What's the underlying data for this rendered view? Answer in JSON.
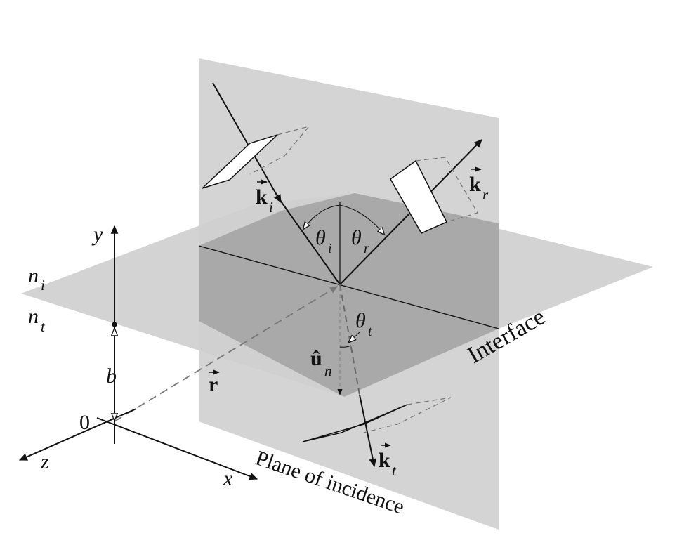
{
  "labels": {
    "k_incident": "k",
    "k_incident_sub": "i",
    "k_reflected": "k",
    "k_reflected_sub": "r",
    "k_transmitted": "k",
    "k_transmitted_sub": "t",
    "theta_i": "θ",
    "theta_i_sub": "i",
    "theta_r": "θ",
    "theta_r_sub": "r",
    "theta_t": "θ",
    "theta_t_sub": "t",
    "unit_normal": "û",
    "unit_normal_sub": "n",
    "position_vector": "r",
    "axis_y": "y",
    "axis_x": "x",
    "axis_z": "z",
    "origin": "0",
    "distance_b": "b",
    "index_i": "n",
    "index_i_sub": "i",
    "index_t": "n",
    "index_t_sub": "t",
    "interface": "Interface",
    "plane_of_incidence": "Plane of incidence"
  },
  "colors": {
    "vertical_plane": "#d4d4d4",
    "horizontal_plane": "#cfcfcf",
    "overlap": "#a9a9a9",
    "line": "#111111",
    "dashed": "#6e6e6e"
  }
}
